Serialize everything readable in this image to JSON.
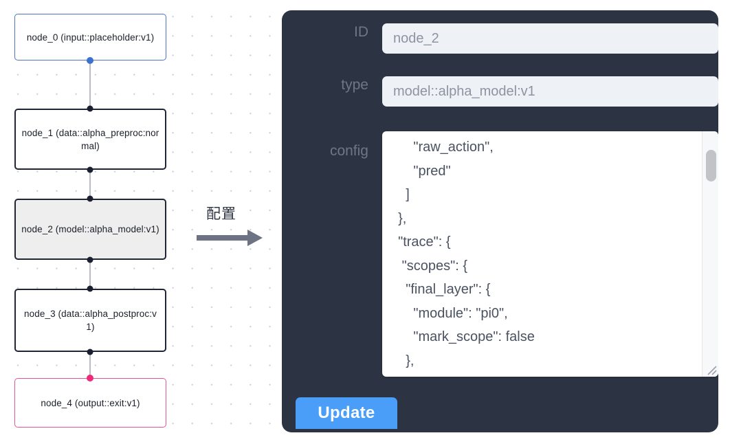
{
  "graph": {
    "nodes": [
      {
        "id": "node_0",
        "label": "node_0\n(input::placeholder:v1)",
        "state": "input"
      },
      {
        "id": "node_1",
        "label": "node_1\n(data::alpha_preproc:normal)",
        "state": "default"
      },
      {
        "id": "node_2",
        "label": "node_2\n(model::alpha_model:v1)",
        "state": "selected"
      },
      {
        "id": "node_3",
        "label": "node_3\n(data::alpha_postproc:v1)",
        "state": "default"
      },
      {
        "id": "node_4",
        "label": "node_4\n(output::exit:v1)",
        "state": "output"
      }
    ]
  },
  "transition": {
    "label": "配置",
    "arrow_icon": "right-arrow-icon"
  },
  "panel": {
    "id_field": {
      "label": "ID",
      "value": "node_2"
    },
    "type_field": {
      "label": "type",
      "value": "model::alpha_model:v1"
    },
    "config_field": {
      "label": "config",
      "value": "      \"raw_action\",\n      \"pred\"\n    ]\n  },\n  \"trace\": {\n   \"scopes\": {\n    \"final_layer\": {\n      \"module\": \"pi0\",\n      \"mark_scope\": false\n    },\n    \"action_model\": {"
    },
    "update_button": {
      "label": "Update"
    },
    "scrollbar": {
      "thumb_position": "top"
    }
  },
  "colors": {
    "panel_background": "#2c3444",
    "button_accent": "#4a9ef7",
    "input_background": "#eef1f6",
    "label_text": "#6e7687",
    "node_border": "#1f2533",
    "node_input_border": "#4a74c4",
    "node_output_border": "#e2559b",
    "node_selected_fill": "#eeeeee",
    "edge": "#b9bcc4",
    "port": "#1b2030",
    "port_input": "#3b72d0",
    "port_output": "#ed2a7b"
  }
}
